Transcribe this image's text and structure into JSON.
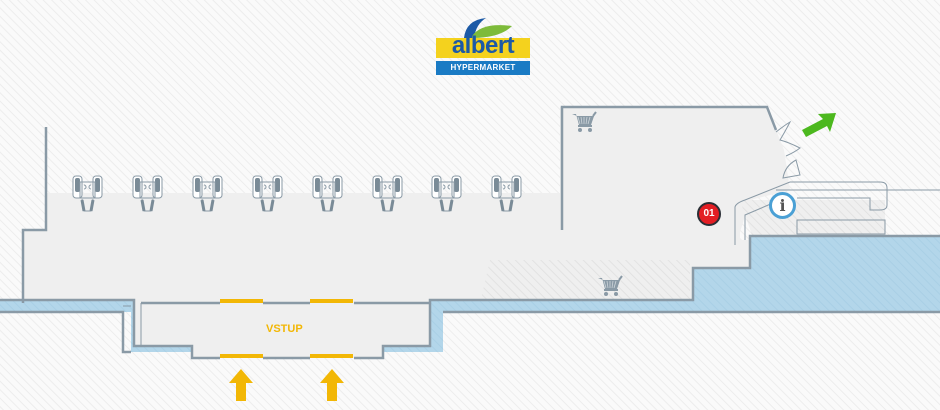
{
  "logo": {
    "brand": "albert",
    "subtitle": "HYPERMARKET",
    "colors": {
      "blue": "#1c5aa6",
      "yellow": "#f4d21e",
      "band": "#1a7bc4",
      "leaf_green": "#7dbb3a",
      "leaf_blue": "#1c5aa6"
    }
  },
  "map": {
    "entrance_label": "VSTUP",
    "store_number": "01",
    "info_icon": "i",
    "icons": [
      "shopping-cart-icon",
      "shopping-cart-icon",
      "info-icon",
      "exit-arrow-icon",
      "entrance-arrow-icon",
      "entrance-arrow-icon",
      "checkout-counter-icon"
    ],
    "checkout_count": 8,
    "colors": {
      "floor": "#efefef",
      "wall": "#8a9aa6",
      "water_blue": "#b3d6ea",
      "entrance_yellow": "#f2b705",
      "exit_green": "#4cb81e",
      "badge_red": "#e31e24",
      "info_blue": "#4aa0d5"
    }
  }
}
